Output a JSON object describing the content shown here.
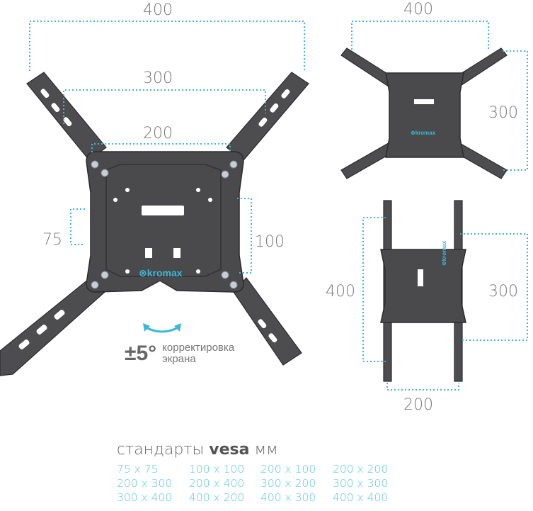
{
  "main_view": {
    "dims": {
      "outer_width": "400",
      "mid_width": "300",
      "inner_width": "200",
      "left_height": "75",
      "right_height": "100"
    },
    "brand_logo": "kromax",
    "tilt": {
      "value": "±5°",
      "line1": "корректировка",
      "line2": "экрана"
    }
  },
  "top_right_view": {
    "width": "400",
    "height": "300"
  },
  "bottom_right_view": {
    "left_height": "400",
    "right_height": "300",
    "width": "200"
  },
  "vesa": {
    "title_prefix": "стандарты",
    "title_bold": "vesa",
    "title_suffix": "мм",
    "items": [
      "75 x 75",
      "100 x 100",
      "200 x 100",
      "200 x 200",
      "200 x 300",
      "200 x 400",
      "300 x 200",
      "300 x 300",
      "300 x 400",
      "400 x 200",
      "400 x 300",
      "400 x 400"
    ]
  },
  "colors": {
    "accent": "#3ab8d6",
    "metal": "#4a4a4c",
    "text": "#777777"
  }
}
